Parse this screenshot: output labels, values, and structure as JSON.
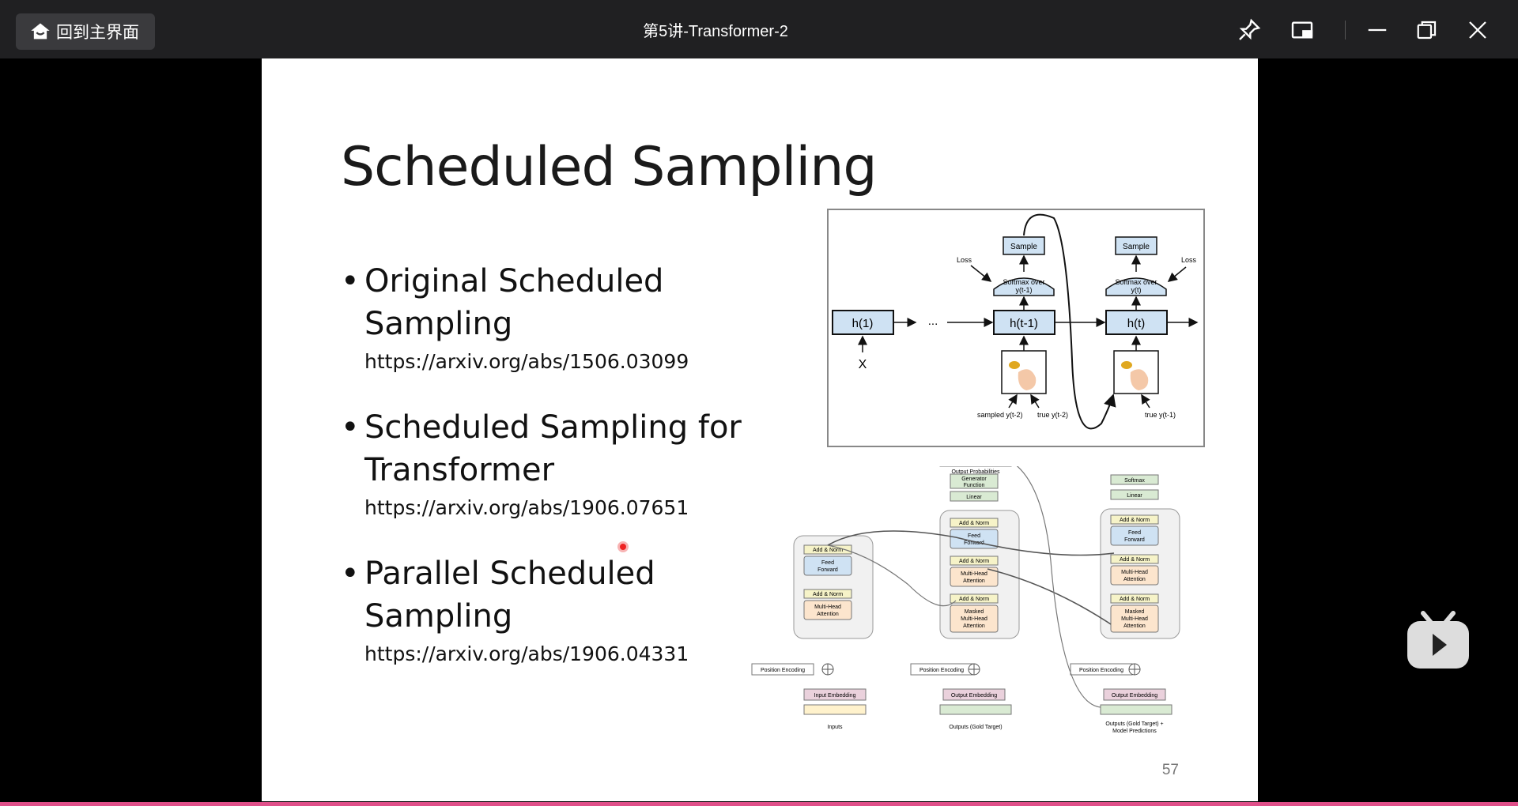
{
  "window": {
    "home_label": "回到主界面",
    "title": "第5讲-Transformer-2"
  },
  "slide": {
    "title": "Scheduled Sampling",
    "items": [
      {
        "heading": "Original Scheduled Sampling",
        "link": "https://arxiv.org/abs/1506.03099"
      },
      {
        "heading": "Scheduled Sampling for Transformer",
        "link": "https://arxiv.org/abs/1906.07651"
      },
      {
        "heading": "Parallel Scheduled Sampling",
        "link": "https://arxiv.org/abs/1906.04331"
      }
    ],
    "page_number": "57"
  },
  "figure1": {
    "h1": "h(1)",
    "dots": "...",
    "ht1": "h(t-1)",
    "ht": "h(t)",
    "sample": "Sample",
    "loss": "Loss",
    "softmax1_line1": "Softmax over",
    "softmax1_line2": "y(t-1)",
    "softmax2_line1": "Softmax over",
    "softmax2_line2": "y(t)",
    "x": "X",
    "sampled": "sampled y(t-2)",
    "true1": "true y(t-2)",
    "true2": "true y(t-1)"
  },
  "figure2": {
    "add_norm": "Add & Norm",
    "feed": "Feed",
    "forward": "Forward",
    "multi": "Multi-Head",
    "attention": "Attention",
    "masked": "Masked",
    "pos_enc": "Position Encoding",
    "input_emb": "Input Embedding",
    "output_emb": "Output Embedding",
    "inputs": "Inputs",
    "outputs_gold": "Outputs (Gold Target)",
    "outputs_gold_pred1": "Outputs (Gold Target) +",
    "outputs_gold_pred2": "Model Predictions",
    "output_probs": "Output Probabilities",
    "generator1": "Generator",
    "generator2": "Function",
    "linear": "Linear",
    "softmax": "Softmax"
  }
}
